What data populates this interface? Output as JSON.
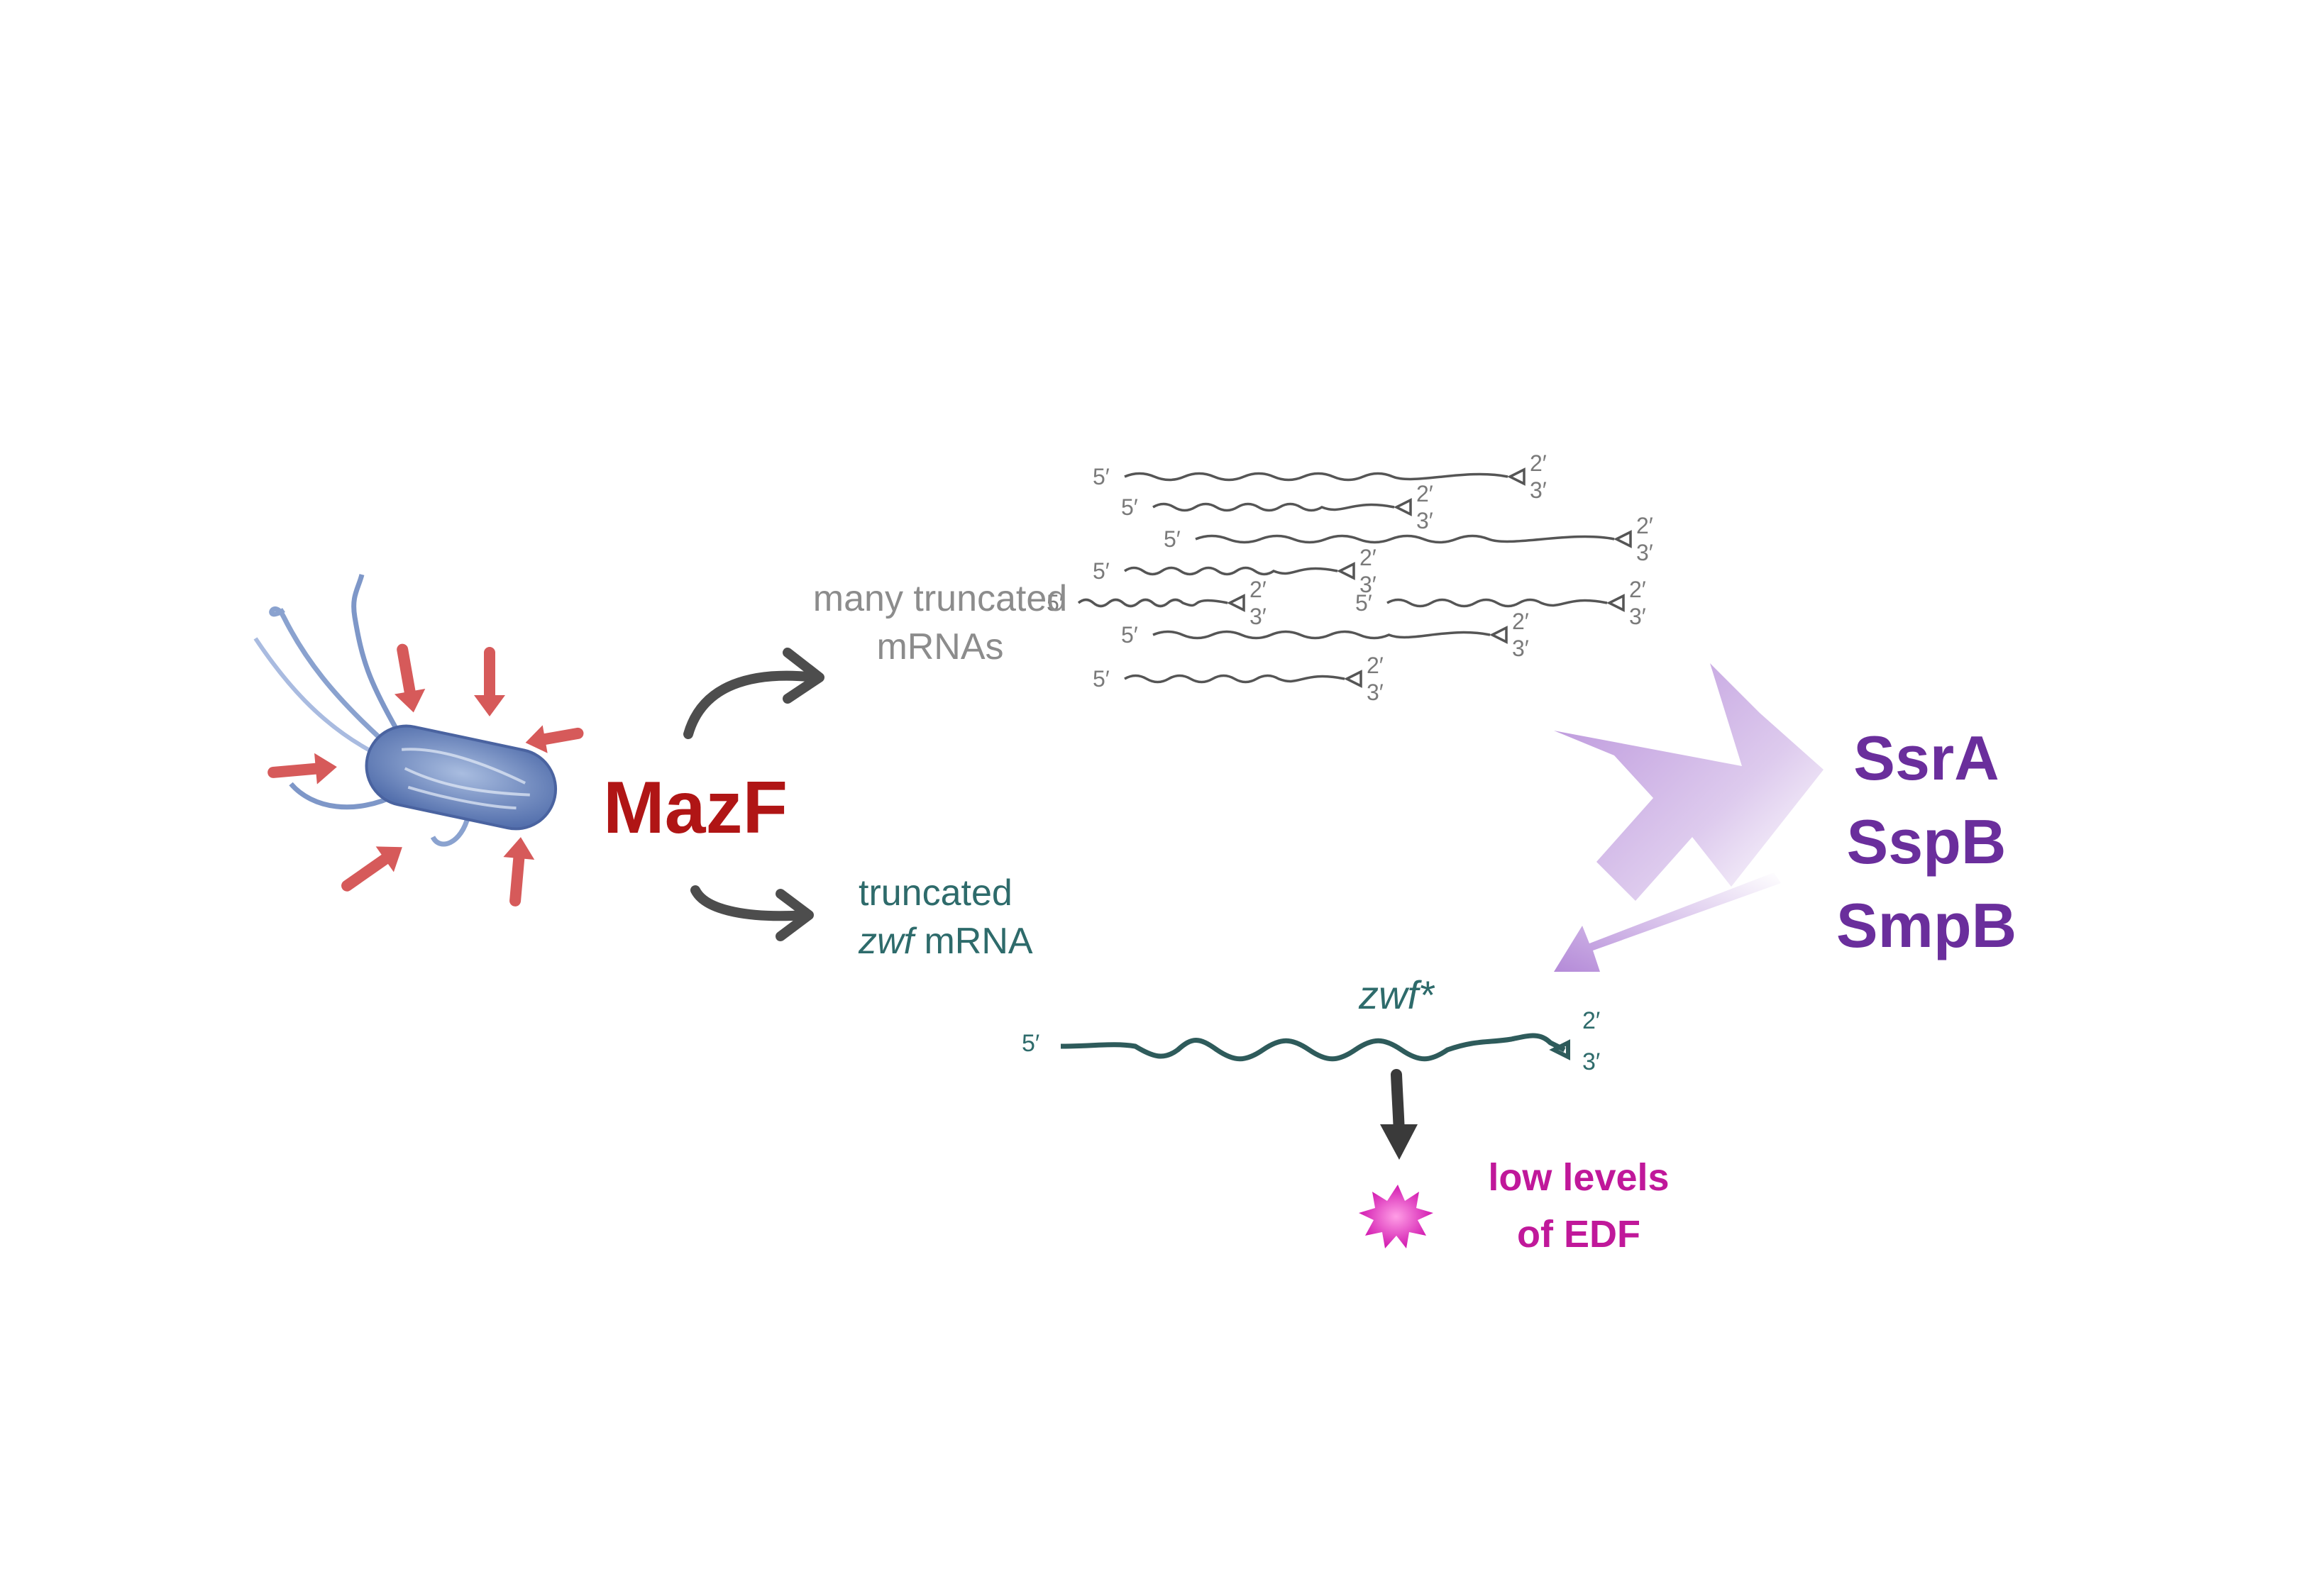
{
  "labels": {
    "mazf": "MazF",
    "many_truncated": "many truncated mRNAs",
    "truncated": "truncated",
    "zwf": "zwf",
    "mrna": " mRNA",
    "zwf_star": "zwf*",
    "edf_line1": "low levels",
    "edf_line2": "of EDF",
    "factor1": "SsrA",
    "factor2": "SspB",
    "factor3": "SmpB",
    "five_prime": "5′",
    "two_prime": "2′",
    "three_prime": "3′"
  },
  "colors": {
    "mazf": "#b01515",
    "grey_text": "#8c8c8c",
    "teal": "#2e6b6b",
    "factors": "#6a2e9c",
    "edf": "#c0189a",
    "arrow_purple": "#b48ad8",
    "bacterium": "#5c7fb8",
    "stress_arrows": "#d65a5a"
  }
}
